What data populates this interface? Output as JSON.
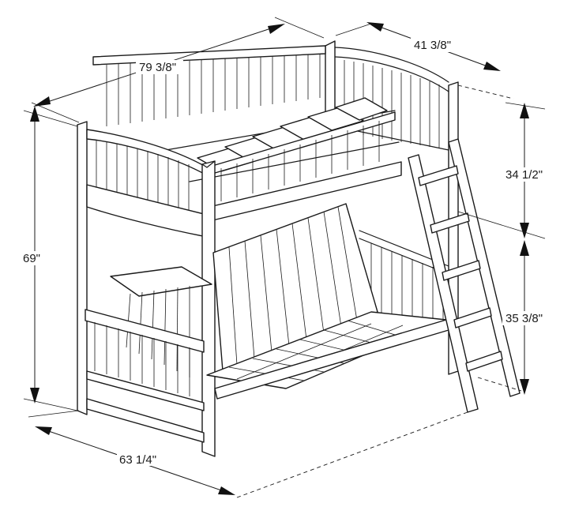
{
  "dimensions": {
    "length": "79 3/8\"",
    "width": "41 3/8\"",
    "total_height": "69\"",
    "upper_height": "34 1/2\"",
    "lower_height": "35 3/8\"",
    "lower_length": "63 1/4\""
  }
}
